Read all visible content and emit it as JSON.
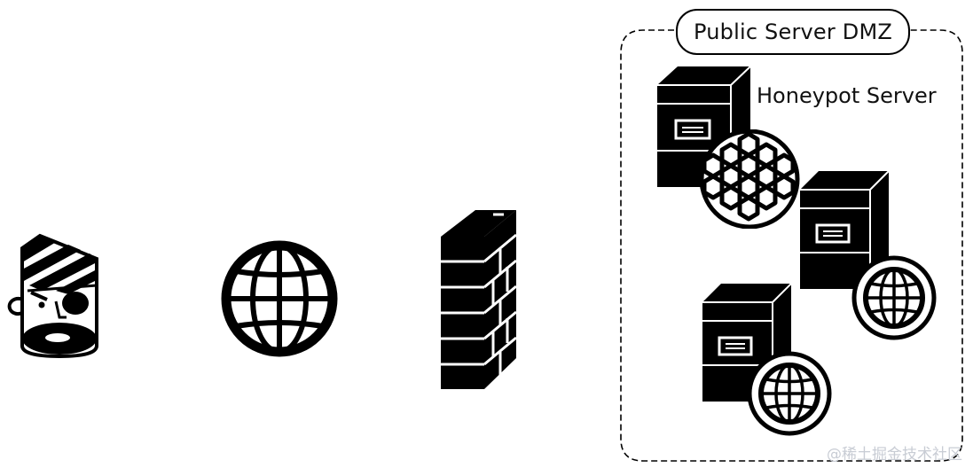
{
  "dmz": {
    "title": "Public Server DMZ"
  },
  "honeypot": {
    "label": "Honeypot Server"
  },
  "watermark": "@稀土掘金技术社区",
  "icons": [
    "attacker-pirate-icon",
    "internet-globe-icon",
    "firewall-brick-icon",
    "honeypot-server-icon",
    "honeycomb-icon",
    "server-icon",
    "globe-icon"
  ],
  "colors": {
    "ink": "#000000",
    "background": "#ffffff",
    "watermark": "#c8ccd4"
  }
}
